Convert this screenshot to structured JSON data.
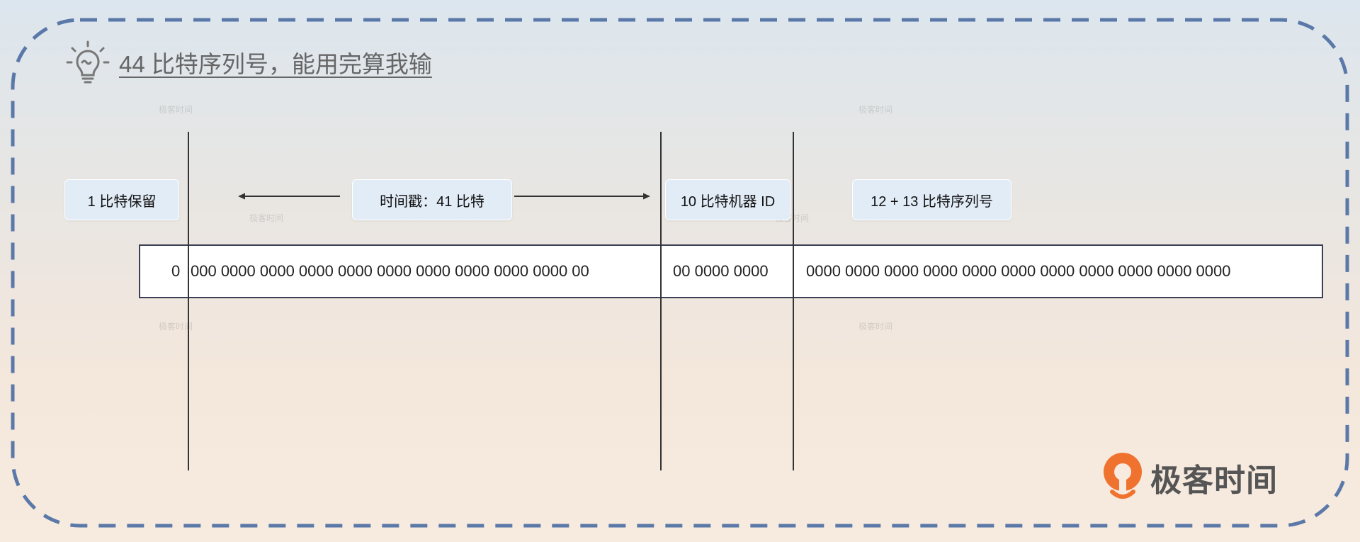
{
  "title": "44 比特序列号，能用完算我输",
  "labels": {
    "reserved": "1 比特保留",
    "timestamp": "时间戳：41 比特",
    "machine_id": "10 比特机器 ID",
    "sequence": "12 + 13 比特序列号"
  },
  "bits": {
    "reserved": "0",
    "timestamp": "000 0000 0000 0000 0000 0000 0000 0000 0000 0000 00",
    "machine_id": "00 0000 0000",
    "sequence": "0000 0000 0000 0000 0000 0000 0000 0000 0000 0000 0000"
  },
  "watermark_text": "极客时间",
  "logo_text": "极客时间",
  "colors": {
    "frame_dash": "#5a78a8",
    "label_fill": "#e2ecf7",
    "logo_orange": "#f0722f",
    "divider": "#333333"
  },
  "icons": {
    "title": "lightbulb-icon",
    "logo": "geektime-logo-icon"
  }
}
